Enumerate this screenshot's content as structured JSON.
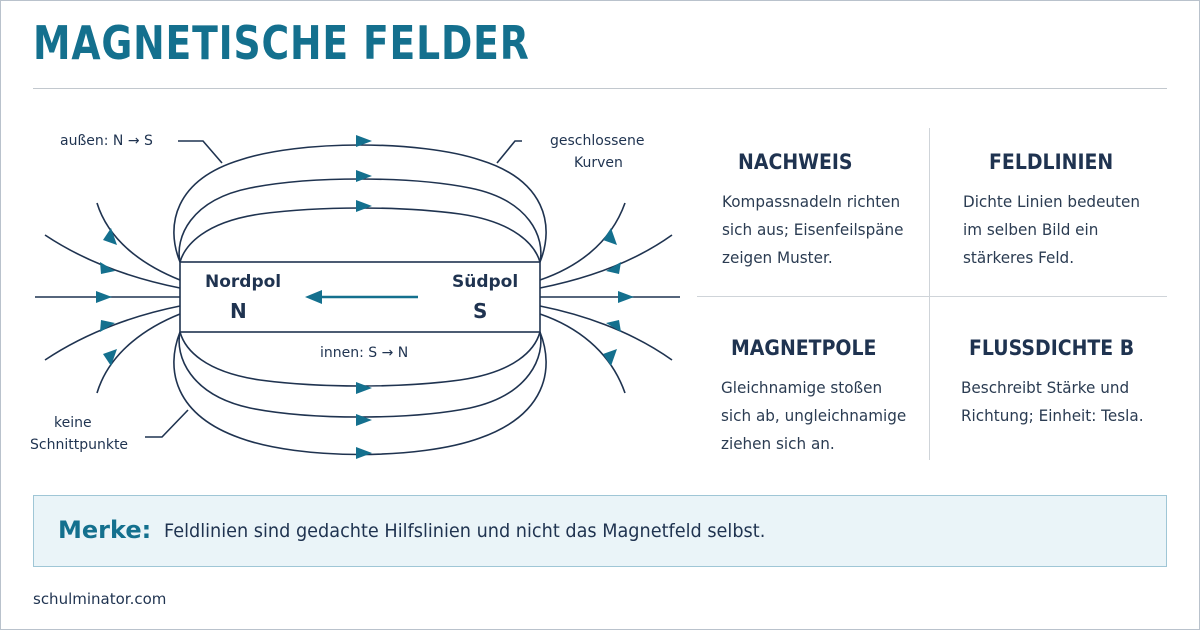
{
  "title": "MAGNETISCHE FELDER",
  "diagram": {
    "label_outside": "außen: N → S",
    "label_closed": "geschlossene",
    "label_closed_2": "Kurven",
    "label_inside": "innen: S → N",
    "label_no_cross": "keine",
    "label_no_cross_2": "Schnittpunkte",
    "north_name": "Nordpol",
    "north_letter": "N",
    "south_name": "Südpol",
    "south_letter": "S"
  },
  "cards": [
    {
      "title": "NACHWEIS",
      "lines": [
        "Kompassnadeln richten",
        "sich aus; Eisenfeilspäne",
        "zeigen Muster."
      ]
    },
    {
      "title": "FELDLINIEN",
      "lines": [
        "Dichte Linien bedeuten",
        "im selben Bild ein",
        "stärkeres Feld."
      ]
    },
    {
      "title": "MAGNETPOLE",
      "lines": [
        "Gleichnamige stoßen",
        "sich ab, ungleichnamige",
        "ziehen sich an."
      ]
    },
    {
      "title": "FLUSSDICHTE B",
      "lines": [
        "Beschreibt Stärke und",
        "Richtung; Einheit: Tesla."
      ]
    }
  ],
  "merke": {
    "label": "Merke:",
    "text": "Feldlinien sind gedachte Hilfslinien und nicht das Magnetfeld selbst."
  },
  "footer": "schulminator.com",
  "colors": {
    "accent": "#14708e",
    "text": "#1f3350",
    "line": "#1f3350",
    "arrow": "#14708e"
  }
}
